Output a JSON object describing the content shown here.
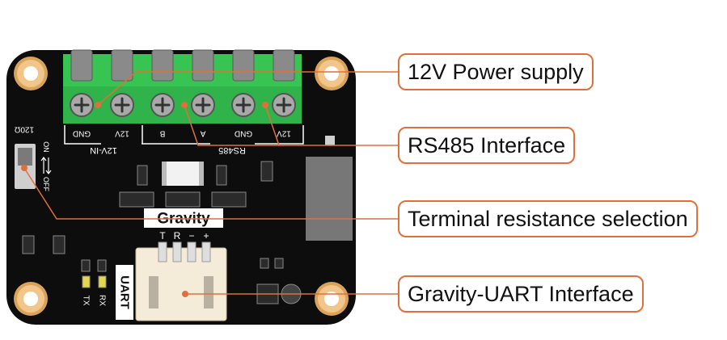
{
  "callouts": {
    "power": "12V Power supply",
    "rs485": "RS485 Interface",
    "termination": "Terminal resistance selection",
    "uart": "Gravity-UART Interface"
  },
  "board": {
    "terminal_labels": [
      "GND",
      "12V",
      "B",
      "A",
      "GND",
      "12V"
    ],
    "group_12v_in": "12V-IN",
    "group_rs485": "RS485",
    "switch_value": "120Ω",
    "switch_on": "ON",
    "switch_off": "OFF",
    "brand": "Gravity",
    "uart_label": "UART",
    "uart_pins": [
      "T",
      "R",
      "−",
      "+"
    ],
    "led_tx": "TX",
    "led_rx": "RX"
  },
  "colors": {
    "pcb": "#0d0d0d",
    "terminal_green": "#2fb34a",
    "callout_border": "#e0703a",
    "leader_line": "#e0703a"
  }
}
